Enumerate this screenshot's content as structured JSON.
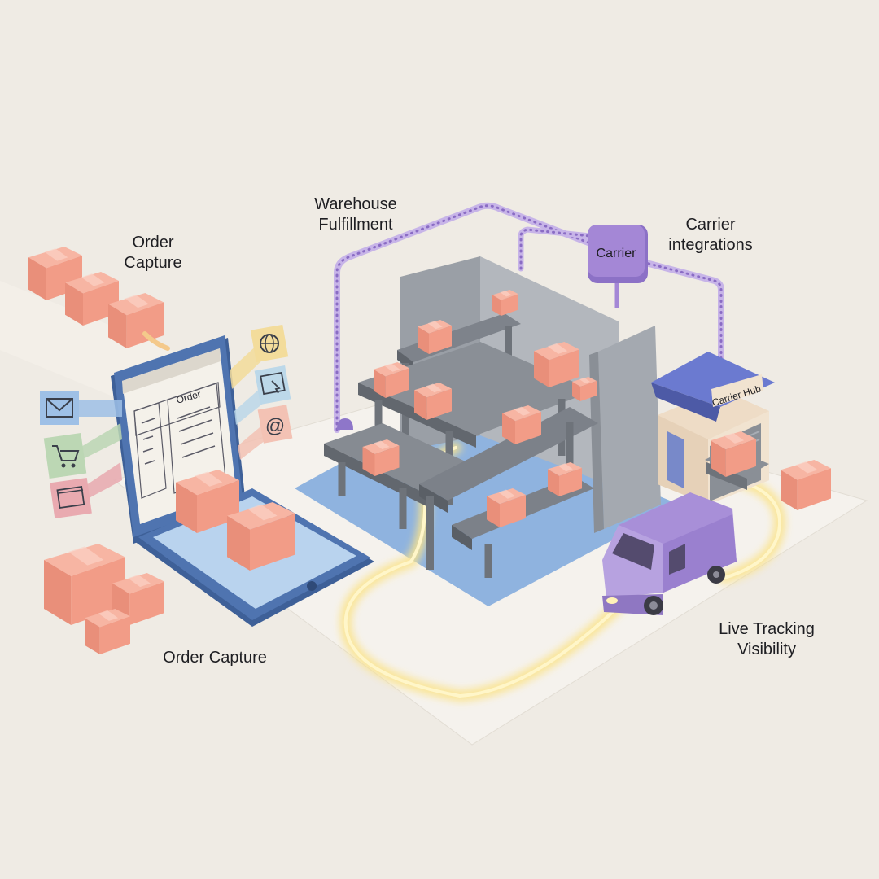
{
  "labels": {
    "order_capture_top": [
      "Order",
      "Capture"
    ],
    "warehouse": [
      "Warehouse",
      "Fulfillment"
    ],
    "carrier": [
      "Carrier",
      "integrations"
    ],
    "order_capture_bottom": "Order Capture",
    "live_tracking": [
      "Live Tracking",
      "Visibility"
    ]
  },
  "badges": {
    "carrier": "Carrier",
    "carrier_hub": "Carrier Hub",
    "tablet_heading": "Order"
  },
  "icons": [
    "envelope-icon",
    "cart-icon",
    "browser-icon",
    "globe-icon",
    "cursor-window-icon",
    "at-sign-icon"
  ],
  "colors": {
    "background": "#efebe4",
    "box": "#f09a86",
    "tablet": "#4f74b0",
    "floor": "#8fb3df",
    "accent_purple": "#a487d6",
    "route_glow": "#fbe38a",
    "wall": "#9fa4ab",
    "roof": "#6b7ad0"
  }
}
